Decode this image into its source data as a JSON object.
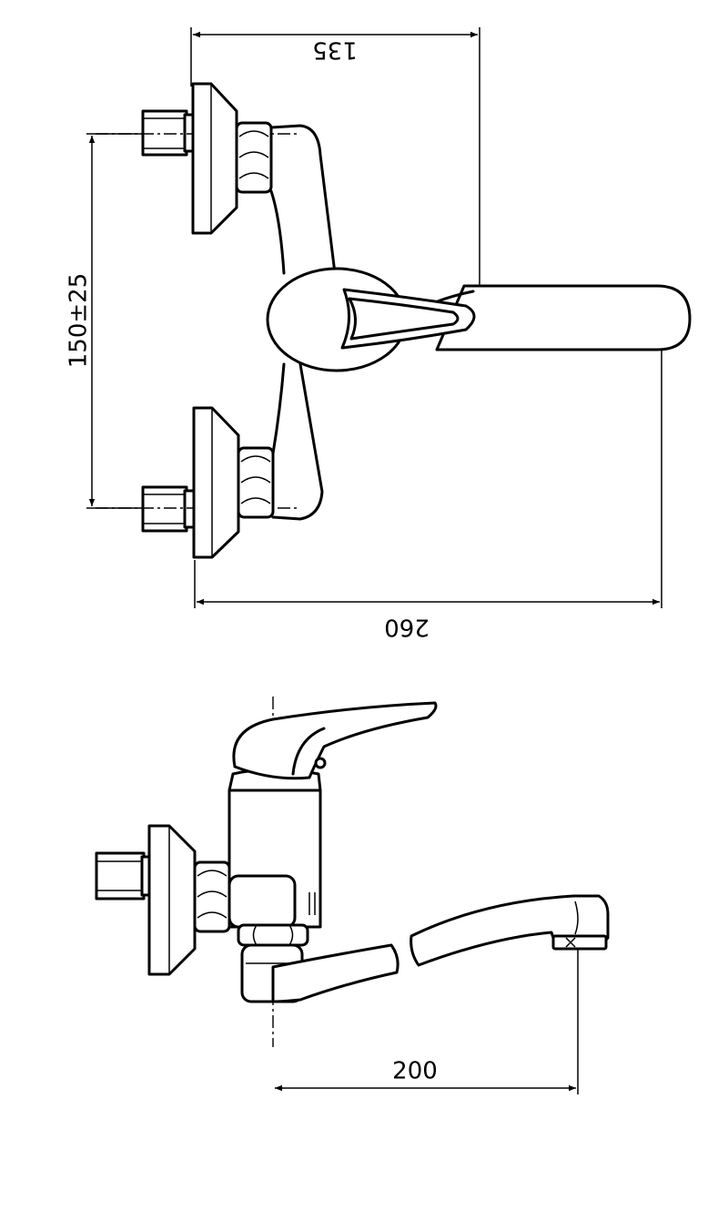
{
  "dimensions": {
    "top_width": "135",
    "inlet_spacing": "150±25",
    "overall_length": "260",
    "spout_reach": "200"
  }
}
